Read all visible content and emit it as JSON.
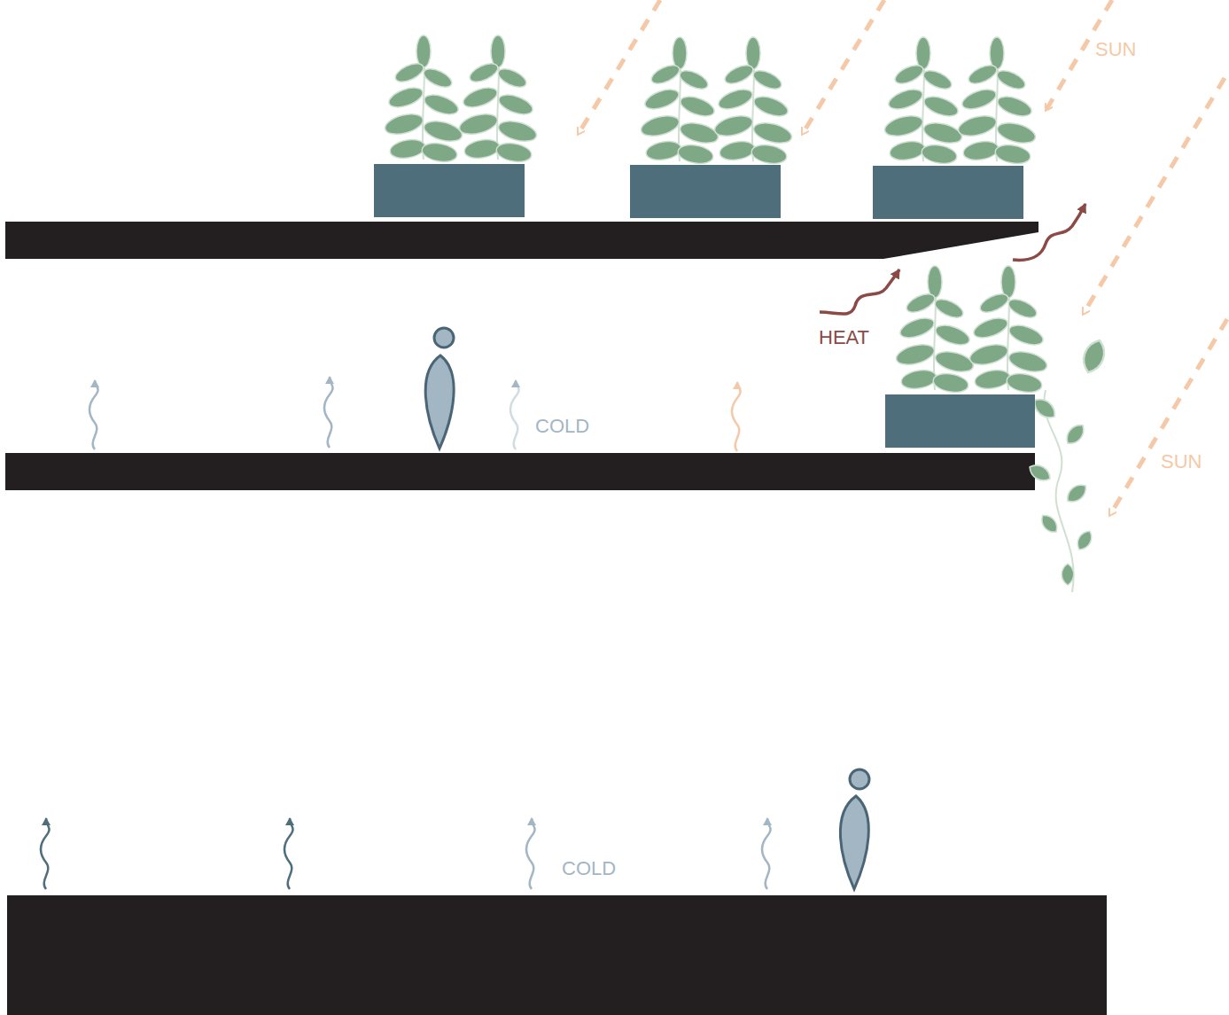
{
  "diagram": {
    "labels": [
      "SUN",
      "HEAT",
      "COLD",
      "SUN",
      "COLD"
    ]
  }
}
